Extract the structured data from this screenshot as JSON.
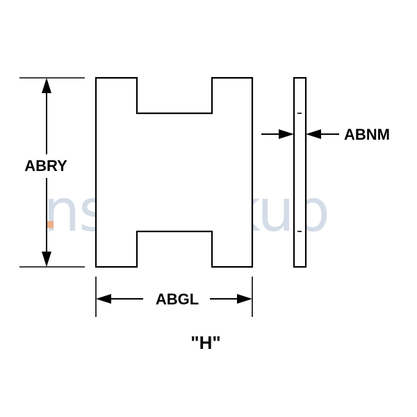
{
  "dimensions": {
    "height_label": "ABRY",
    "width_label": "ABGL",
    "thickness_label": "ABNM"
  },
  "shape_label": "\"H\"",
  "watermark": {
    "text": "nsnlookup"
  }
}
